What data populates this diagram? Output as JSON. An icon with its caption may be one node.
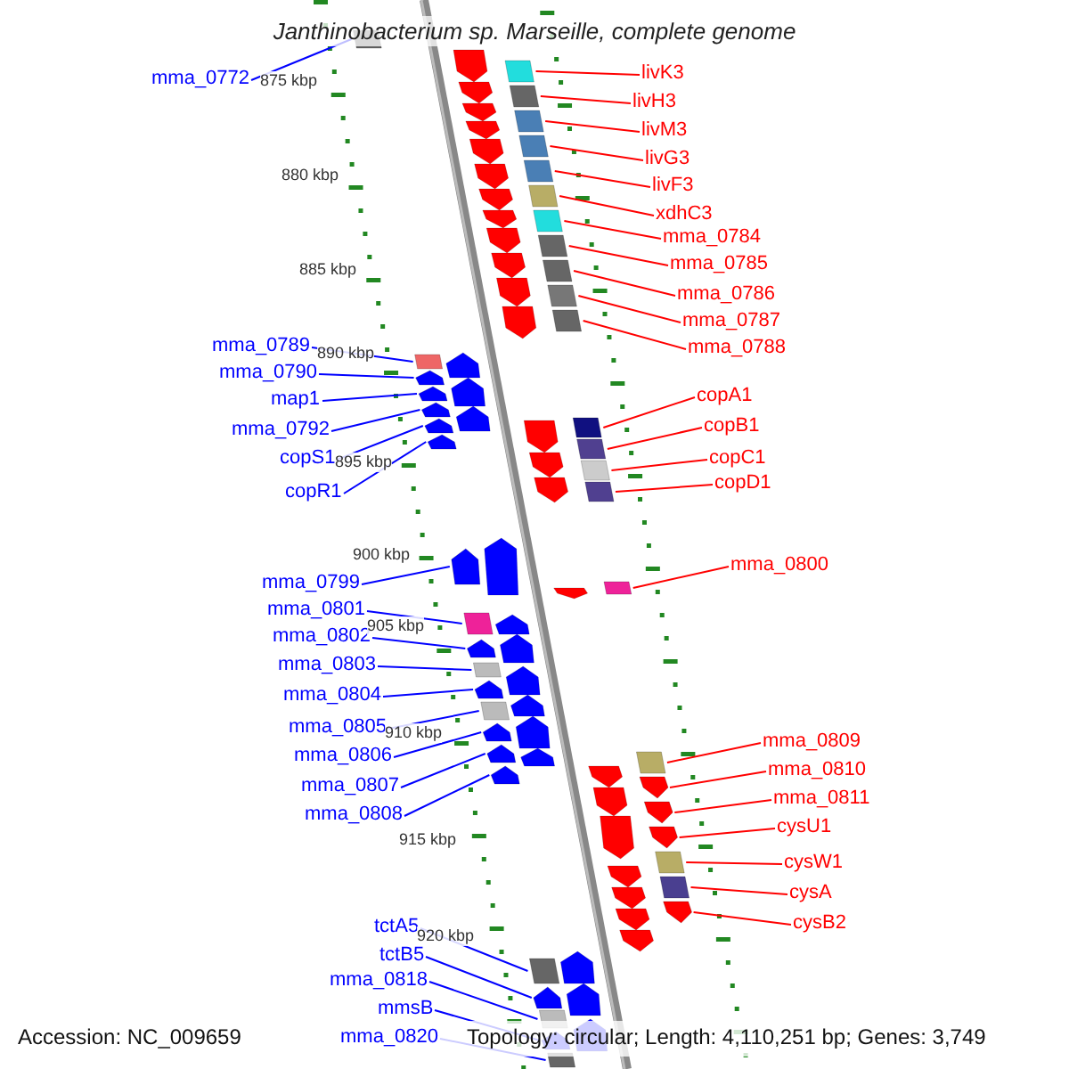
{
  "diagram": {
    "title": "Janthinobacterium sp. Marseille, complete genome",
    "nodes": [
      {
        "text": [
          "mma_0772"
        ]
      },
      {
        "text": [
          "mma_0789"
        ]
      },
      {
        "text": [
          "mma_0790"
        ]
      },
      {
        "text": [
          "map1"
        ]
      },
      {
        "text": [
          "mma_0792"
        ]
      },
      {
        "text": [
          "copS1"
        ]
      },
      {
        "text": [
          "copR1"
        ]
      },
      {
        "text": [
          "mma_0799"
        ]
      },
      {
        "text": [
          "mma_0801"
        ]
      },
      {
        "text": [
          "mma_0802"
        ]
      },
      {
        "text": [
          "mma_0803"
        ]
      },
      {
        "text": [
          "mma_0804"
        ]
      },
      {
        "text": [
          "mma_0805"
        ]
      },
      {
        "text": [
          "mma_0806"
        ]
      },
      {
        "text": [
          "mma_0807"
        ]
      },
      {
        "text": [
          "mma_0808"
        ]
      },
      {
        "text": [
          "tctA5"
        ]
      },
      {
        "text": [
          "tctB5"
        ]
      },
      {
        "text": [
          "mma_0818"
        ]
      },
      {
        "text": [
          "mmsB"
        ]
      },
      {
        "text": [
          "mma_0820"
        ]
      },
      {
        "text": [
          "livK3"
        ]
      },
      {
        "text": [
          "livH3"
        ]
      },
      {
        "text": [
          "livM3"
        ]
      },
      {
        "text": [
          "livG3"
        ]
      },
      {
        "text": [
          "livF3"
        ]
      },
      {
        "text": [
          "xdhC3"
        ]
      },
      {
        "text": [
          "mma_0784"
        ]
      },
      {
        "text": [
          "mma_0785"
        ]
      },
      {
        "text": [
          "mma_0786"
        ]
      },
      {
        "text": [
          "mma_0787"
        ]
      },
      {
        "text": [
          "mma_0788"
        ]
      },
      {
        "text": [
          "copA1"
        ]
      },
      {
        "text": [
          "copB1"
        ]
      },
      {
        "text": [
          "copC1"
        ]
      },
      {
        "text": [
          "copD1"
        ]
      },
      {
        "text": [
          "mma_0800"
        ]
      },
      {
        "text": [
          "mma_0809"
        ]
      },
      {
        "text": [
          "mma_0810"
        ]
      },
      {
        "text": [
          "mma_0811"
        ]
      },
      {
        "text": [
          "cysU1"
        ]
      },
      {
        "text": [
          "cysW1"
        ]
      },
      {
        "text": [
          "cysA"
        ]
      },
      {
        "text": [
          "cysB2"
        ]
      },
      {
        "text": [],
        "shape": "box"
      },
      {
        "text": [],
        "shape": "box"
      },
      {
        "text": [],
        "shape": "arrow"
      },
      {
        "text": [],
        "shape": "arrow"
      },
      {
        "text": [],
        "shape": "arrow"
      },
      {
        "text": [],
        "shape": "arrow"
      },
      {
        "text": [],
        "shape": "arrow"
      },
      {
        "text": [],
        "shape": "arrow"
      },
      {
        "text": [],
        "shape": "box"
      },
      {
        "text": [],
        "shape": "arrow"
      },
      {
        "text": [],
        "shape": "box"
      },
      {
        "text": [],
        "shape": "arrow"
      },
      {
        "text": [],
        "shape": "box"
      },
      {
        "text": [],
        "shape": "arrow"
      },
      {
        "text": [],
        "shape": "arrow"
      },
      {
        "text": [],
        "shape": "arrow"
      },
      {
        "text": [],
        "shape": "box"
      },
      {
        "text": [],
        "shape": "arrow"
      },
      {
        "text": [],
        "shape": "box"
      },
      {
        "text": [],
        "shape": "arrow"
      },
      {
        "text": [],
        "shape": "box"
      },
      {
        "text": [],
        "shape": "box"
      },
      {
        "text": [],
        "shape": "box"
      },
      {
        "text": [],
        "shape": "box"
      },
      {
        "text": [],
        "shape": "box"
      },
      {
        "text": [],
        "shape": "box"
      },
      {
        "text": [],
        "shape": "box"
      },
      {
        "text": [],
        "shape": "box"
      },
      {
        "text": [],
        "shape": "box"
      },
      {
        "text": [],
        "shape": "box"
      },
      {
        "text": [],
        "shape": "box"
      },
      {
        "text": [],
        "shape": "box"
      },
      {
        "text": [],
        "shape": "box"
      },
      {
        "text": [],
        "shape": "box"
      },
      {
        "text": [],
        "shape": "box"
      },
      {
        "text": [],
        "shape": "box"
      },
      {
        "text": [],
        "shape": "box"
      },
      {
        "text": [],
        "shape": "box"
      },
      {
        "text": [],
        "shape": "arrow"
      },
      {
        "text": [],
        "shape": "arrow"
      },
      {
        "text": [],
        "shape": "arrow"
      },
      {
        "text": [],
        "shape": "box"
      },
      {
        "text": [],
        "shape": "box"
      },
      {
        "text": [],
        "shape": "arrow"
      }
    ],
    "edges": [
      {
        "from": 0,
        "to": 44,
        "arrow": "none",
        "color": "#0000ff"
      },
      {
        "from": 1,
        "to": 45,
        "arrow": "none",
        "color": "#0000ff"
      },
      {
        "from": 2,
        "to": 46,
        "arrow": "none",
        "color": "#0000ff"
      },
      {
        "from": 3,
        "to": 47,
        "arrow": "none",
        "color": "#0000ff"
      },
      {
        "from": 4,
        "to": 48,
        "arrow": "none",
        "color": "#0000ff"
      },
      {
        "from": 5,
        "to": 49,
        "arrow": "none",
        "color": "#0000ff"
      },
      {
        "from": 6,
        "to": 50,
        "arrow": "none",
        "color": "#0000ff"
      },
      {
        "from": 7,
        "to": 51,
        "arrow": "none",
        "color": "#0000ff"
      },
      {
        "from": 8,
        "to": 52,
        "arrow": "none",
        "color": "#0000ff"
      },
      {
        "from": 9,
        "to": 53,
        "arrow": "none",
        "color": "#0000ff"
      },
      {
        "from": 10,
        "to": 54,
        "arrow": "none",
        "color": "#0000ff"
      },
      {
        "from": 11,
        "to": 55,
        "arrow": "none",
        "color": "#0000ff"
      },
      {
        "from": 12,
        "to": 56,
        "arrow": "none",
        "color": "#0000ff"
      },
      {
        "from": 13,
        "to": 57,
        "arrow": "none",
        "color": "#0000ff"
      },
      {
        "from": 14,
        "to": 58,
        "arrow": "none",
        "color": "#0000ff"
      },
      {
        "from": 15,
        "to": 59,
        "arrow": "none",
        "color": "#0000ff"
      },
      {
        "from": 16,
        "to": 60,
        "arrow": "none",
        "color": "#0000ff"
      },
      {
        "from": 17,
        "to": 61,
        "arrow": "none",
        "color": "#0000ff"
      },
      {
        "from": 18,
        "to": 62,
        "arrow": "none",
        "color": "#0000ff"
      },
      {
        "from": 19,
        "to": 63,
        "arrow": "none",
        "color": "#0000ff"
      },
      {
        "from": 20,
        "to": 64,
        "arrow": "none",
        "color": "#0000ff"
      },
      {
        "from": 21,
        "to": 65,
        "arrow": "none"
      },
      {
        "from": 22,
        "to": 66,
        "arrow": "none"
      },
      {
        "from": 23,
        "to": 67,
        "arrow": "none"
      },
      {
        "from": 24,
        "to": 68,
        "arrow": "none"
      },
      {
        "from": 25,
        "to": 69,
        "arrow": "none"
      },
      {
        "from": 26,
        "to": 70,
        "arrow": "none"
      },
      {
        "from": 27,
        "to": 71,
        "arrow": "none"
      },
      {
        "from": 28,
        "to": 72,
        "arrow": "none"
      },
      {
        "from": 29,
        "to": 73,
        "arrow": "none"
      },
      {
        "from": 30,
        "to": 74,
        "arrow": "none"
      },
      {
        "from": 31,
        "to": 75,
        "arrow": "none"
      },
      {
        "from": 32,
        "to": 76,
        "arrow": "none"
      },
      {
        "from": 33,
        "to": 77,
        "arrow": "none"
      },
      {
        "from": 34,
        "to": 78,
        "arrow": "none"
      },
      {
        "from": 35,
        "to": 79,
        "arrow": "none"
      },
      {
        "from": 36,
        "to": 80,
        "arrow": "none"
      },
      {
        "from": 37,
        "to": 81,
        "arrow": "none"
      },
      {
        "from": 38,
        "to": 82,
        "arrow": "none"
      },
      {
        "from": 39,
        "to": 83,
        "arrow": "none"
      },
      {
        "from": 40,
        "to": 84,
        "arrow": "none"
      },
      {
        "from": 41,
        "to": 85,
        "arrow": "none"
      },
      {
        "from": 42,
        "to": 86,
        "arrow": "none"
      },
      {
        "from": 43,
        "to": 87,
        "arrow": "none"
      }
    ],
    "labels": [
      "875 kbp",
      "880 kbp",
      "885 kbp",
      "890 kbp",
      "895 kbp",
      "900 kbp",
      "905 kbp",
      "910 kbp",
      "915 kbp",
      "920 kbp",
      "Accession: NC_009659",
      "Topology: circular; Length: 4,110,251 bp; Genes: 3,749"
    ]
  }
}
